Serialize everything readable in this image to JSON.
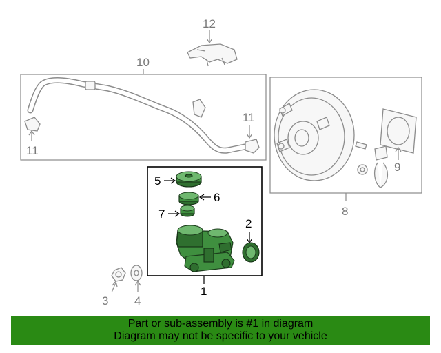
{
  "callouts": {
    "c1": "1",
    "c2": "2",
    "c3": "3",
    "c4": "4",
    "c5": "5",
    "c6": "6",
    "c7": "7",
    "c8": "8",
    "c9": "9",
    "c10": "10",
    "c11a": "11",
    "c11b": "11",
    "c12": "12"
  },
  "banner": {
    "line1": "Part or sub-assembly is #1 in diagram",
    "line2": "Diagram may not be specific to your vehicle"
  },
  "colors": {
    "highlight": "#3f8f3f",
    "banner_bg": "#2a8a14",
    "callout_grey": "#7a7a7a"
  }
}
